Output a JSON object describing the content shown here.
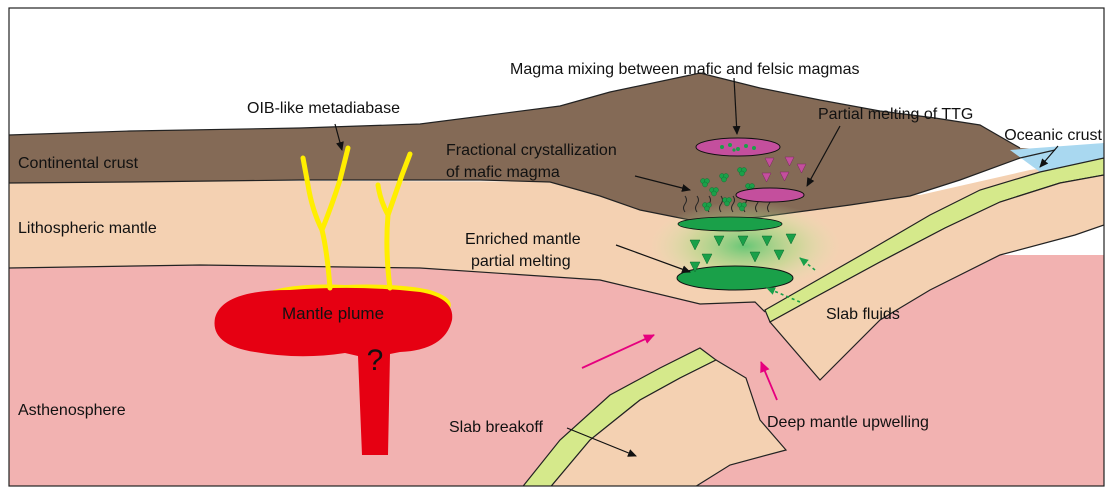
{
  "layers": {
    "continental_crust": "Continental crust",
    "lithospheric_mantle": "Lithospheric mantle",
    "asthenosphere": "Asthenosphere",
    "oceanic_crust": "Oceanic crust"
  },
  "labels": {
    "oib": "OIB-like metadiabase",
    "mantle_plume": "Mantle plume",
    "question_mark": "?",
    "magma_mixing": "Magma mixing between mafic and felsic magmas",
    "partial_melting_ttg": "Partial melting of TTG",
    "fractional_line1": "Fractional crystallization",
    "fractional_line2": "of mafic magma",
    "enriched_line1": "Enriched mantle",
    "enriched_line2": "partial melting",
    "slab_fluids": "Slab fluids",
    "slab_breakoff": "Slab breakoff",
    "deep_upwelling": "Deep mantle upwelling"
  },
  "colors": {
    "asthenosphere": "#f2b2b1",
    "lithosphere": "#f4d1b2",
    "crust": "#846a56",
    "ocean": "#a9d8f0",
    "slab_crust": "#d5e98b",
    "plume": "#e60012",
    "plume_glow": "#ffee00",
    "green_magma": "#1aa049",
    "felsic_magma": "#c44f9d",
    "arrow_magenta": "#e6007e",
    "border": "#222222"
  }
}
